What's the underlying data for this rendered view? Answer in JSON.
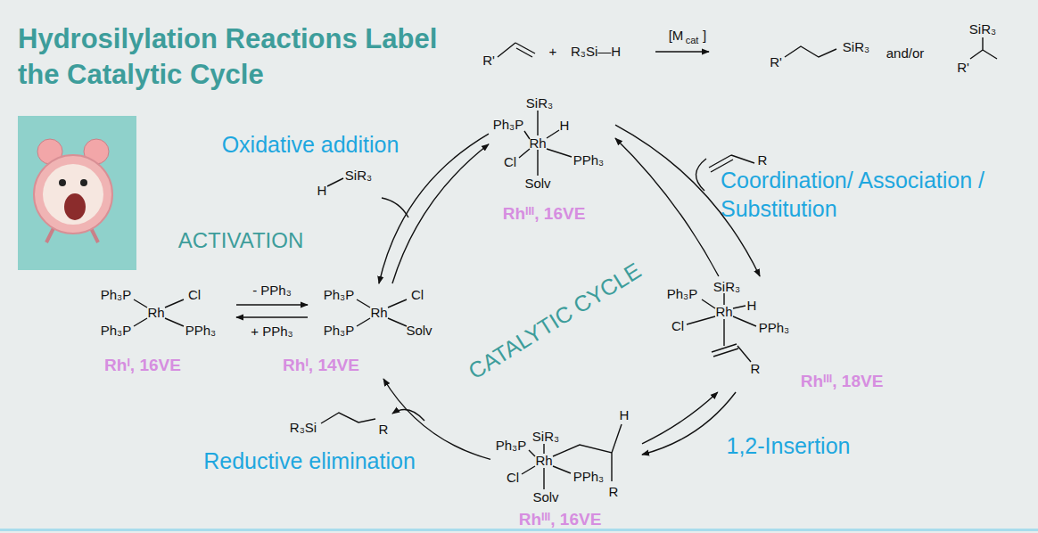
{
  "diagram": {
    "title": "Hydrosilylation Reactions Label the Catalytic Cycle",
    "nodes": [
      {
        "text": [
          "Ph₃P",
          "Cl",
          "Rh",
          "Ph₃P",
          "PPh₃",
          "Rhᴵ, 16VE"
        ]
      },
      {
        "text": [
          "Ph₃P",
          "Cl",
          "Rh",
          "Ph₃P",
          "Solv",
          "Rhᴵ, 14VE"
        ]
      },
      {
        "text": [
          "SiR₃",
          "Ph₃P",
          "H",
          "Rh",
          "Cl",
          "PPh₃",
          "Solv",
          "Rhᴵᴵᴵ, 16VE"
        ]
      },
      {
        "text": [
          "SiR₃",
          "Ph₃P",
          "H",
          "Rh",
          "Cl",
          "PPh₃",
          "R",
          "Rhᴵᴵᴵ, 18VE"
        ]
      },
      {
        "text": [
          "SiR₃",
          "H",
          "Ph₃P",
          "Rh",
          "Cl",
          "PPh₃",
          "R",
          "Solv",
          "Rhᴵᴵᴵ, 16VE"
        ]
      }
    ],
    "edges": [
      {
        "from": 0,
        "to": 1,
        "arrow": "to",
        "label": "- PPh₃"
      },
      {
        "from": 1,
        "to": 0,
        "arrow": "to",
        "label": "+ PPh₃"
      },
      {
        "from": 1,
        "to": 2,
        "arrow": "to"
      },
      {
        "from": 2,
        "to": 1,
        "arrow": "to"
      },
      {
        "from": 2,
        "to": 3,
        "arrow": "to"
      },
      {
        "from": 3,
        "to": 2,
        "arrow": "to"
      },
      {
        "from": 3,
        "to": 4,
        "arrow": "to"
      },
      {
        "from": 4,
        "to": 3,
        "arrow": "to"
      },
      {
        "from": 4,
        "to": 1,
        "arrow": "to"
      }
    ],
    "labels": [
      "R'",
      "+",
      "R₃Si—H",
      "[M",
      "cat",
      "]",
      "R'",
      "SiR₃",
      "and/or",
      "SiR₃",
      "R'",
      "Oxidative addition",
      "H",
      "SiR₃",
      "ACTIVATION",
      "R",
      "Coordination/ Association / Substitution",
      "CATALYTIC CYCLE",
      "R₃Si",
      "R",
      "Reductive elimination",
      "1,2-Insertion"
    ]
  }
}
